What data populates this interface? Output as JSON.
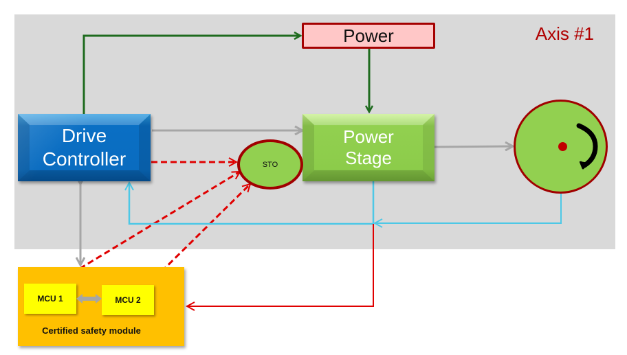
{
  "diagram": {
    "axis_label": "Axis #1",
    "blocks": {
      "power": {
        "label": "Power",
        "fill": "#ffc7c7",
        "border": "#a50000"
      },
      "drive_controller": {
        "line1": "Drive",
        "line2": "Controller",
        "fill": "#0a6fc4"
      },
      "power_stage": {
        "line1": "Power",
        "line2": "Stage",
        "fill": "#92d050"
      },
      "sto": {
        "label": "STO",
        "fill": "#92d050",
        "border": "#a00000"
      },
      "motor": {
        "fill": "#92d050",
        "border": "#a00000"
      },
      "safety_module": {
        "label": "Certified safety module",
        "fill": "#ffc000"
      },
      "mcu1": {
        "label": "MCU 1",
        "fill": "#ffff00"
      },
      "mcu2": {
        "label": "MCU 2",
        "fill": "#ffff00"
      }
    },
    "connection_colors": {
      "power_supply": "#1e6b1e",
      "control": "#a6a6a6",
      "safety_signal": "#e00000",
      "feedback": "#4dc8e6"
    },
    "connections": [
      {
        "from": "Drive Controller",
        "to": "Power",
        "type": "power_supply"
      },
      {
        "from": "Power",
        "to": "Power Stage",
        "type": "power_supply"
      },
      {
        "from": "Drive Controller",
        "to": "Power Stage",
        "type": "control"
      },
      {
        "from": "Power Stage",
        "to": "Motor",
        "type": "control"
      },
      {
        "from": "Drive Controller",
        "to": "STO",
        "type": "safety_signal",
        "dashed": true
      },
      {
        "from": "MCU 1",
        "to": "STO",
        "type": "safety_signal",
        "dashed": true
      },
      {
        "from": "MCU 2",
        "to": "STO",
        "type": "safety_signal",
        "dashed": true
      },
      {
        "from": "Motor",
        "to": "Drive Controller",
        "type": "feedback"
      },
      {
        "from": "Power Stage",
        "to": "Drive Controller",
        "type": "feedback"
      },
      {
        "from": "Power Stage",
        "to": "Certified safety module",
        "type": "safety_signal"
      },
      {
        "from": "Drive Controller",
        "to": "Certified safety module",
        "type": "control",
        "bidirectional": true
      },
      {
        "from": "MCU 1",
        "to": "MCU 2",
        "type": "control",
        "bidirectional": true
      }
    ]
  }
}
